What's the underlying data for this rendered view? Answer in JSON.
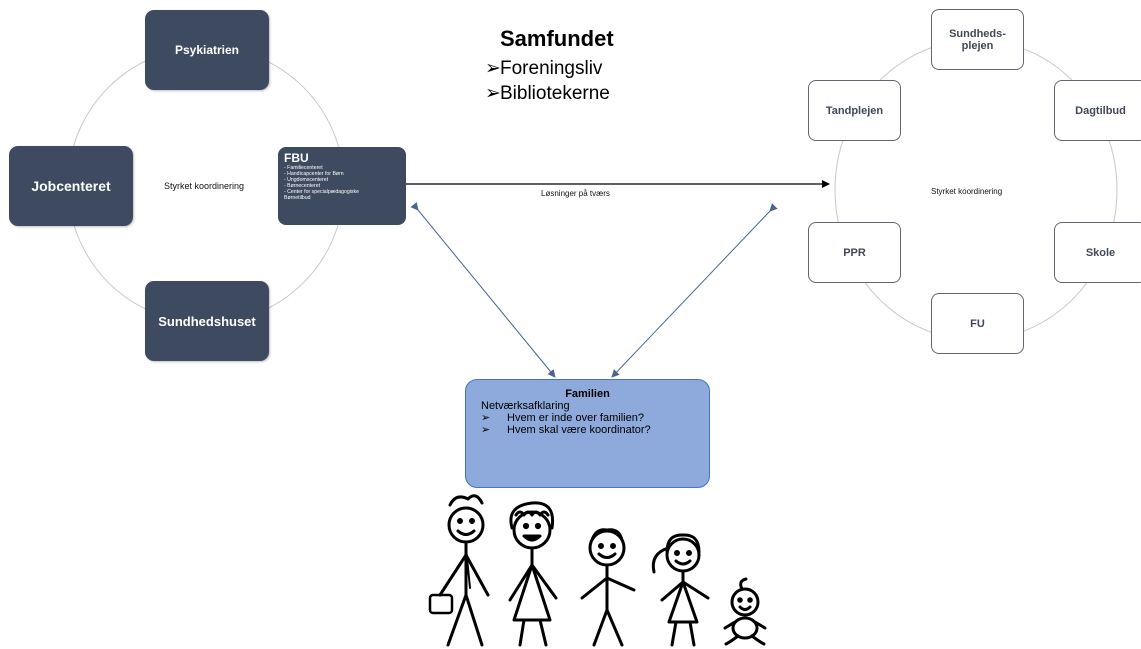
{
  "top": {
    "title": "Samfundet",
    "items": [
      "Foreningsliv",
      "Bibliotekerne"
    ]
  },
  "left": {
    "center_label": "Styrket koordinering",
    "boxes": {
      "top": "Psykiatrien",
      "left": "Jobcenteret",
      "bottom": "Sundhedshuset"
    },
    "fbu": {
      "title": "FBU",
      "items": [
        "- Familiecenteret",
        "- Handicapcenter for Børn",
        "- Ungdomscenteret",
        "- Børnecenteret",
        "- Center for specialpædagogiske",
        "Børnetilbud"
      ]
    }
  },
  "connector_label": "Løsninger på tværs",
  "right": {
    "center_label": "Styrket koordinering",
    "boxes": {
      "sundhedsplejen_line1": "Sundheds-",
      "sundhedsplejen_line2": "plejen",
      "tandplejen": "Tandplejen",
      "dagtilbud": "Dagtilbud",
      "ppr": "PPR",
      "skole": "Skole",
      "fu": "FU"
    }
  },
  "family": {
    "title": "Familien",
    "subtitle": "Netværksafklaring",
    "bullets": [
      "Hvem  er inde over familien?",
      "Hvem  skal være koordinator?"
    ]
  },
  "colors": {
    "dark_box": "#3e4a60",
    "family_box": "#8ea9db",
    "family_border": "#4472c4",
    "arrow": "#4a6591"
  },
  "illustration": "stick-figure-family"
}
